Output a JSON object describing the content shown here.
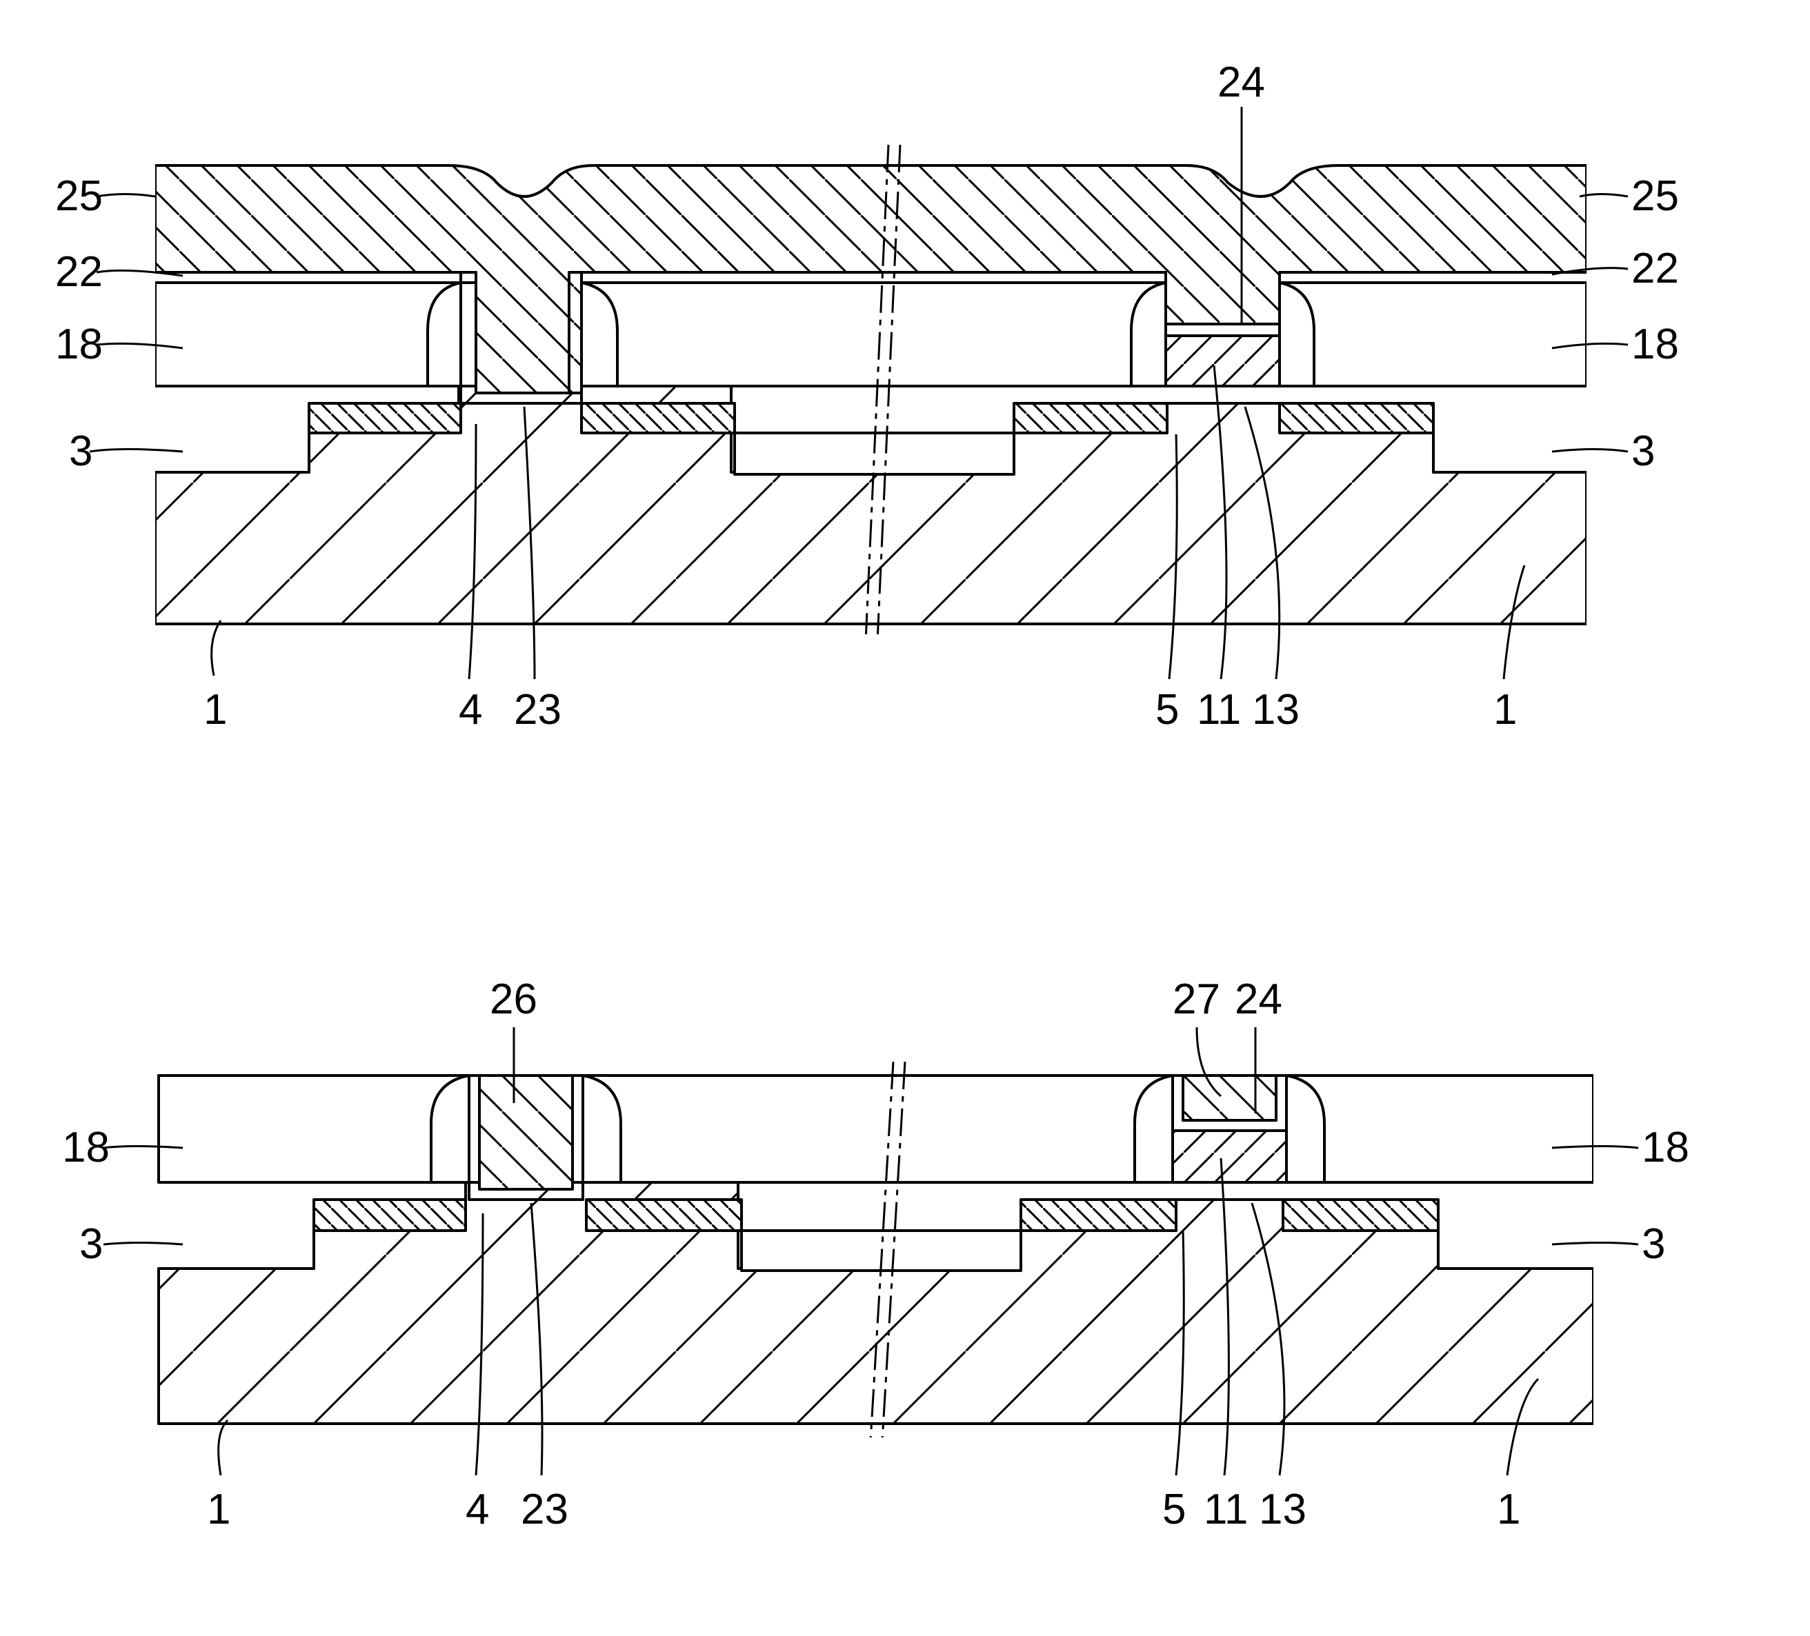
{
  "figure_top": {
    "labels": {
      "l25_left": "25",
      "l25_right": "25",
      "l22_left": "22",
      "l22_right": "22",
      "l24": "24",
      "l18_left": "18",
      "l18_right": "18",
      "l3_left": "3",
      "l3_right": "3",
      "l1_left": "1",
      "l4": "4",
      "l23": "23",
      "l5": "5",
      "l11": "11",
      "l13": "13",
      "l1_right": "1"
    }
  },
  "figure_bottom": {
    "labels": {
      "l26": "26",
      "l27": "27",
      "l24": "24",
      "l18_left": "18",
      "l18_right": "18",
      "l3_left": "3",
      "l3_right": "3",
      "l1_left": "1",
      "l4": "4",
      "l23": "23",
      "l5": "5",
      "l11": "11",
      "l13": "13",
      "l1_right": "1"
    }
  }
}
